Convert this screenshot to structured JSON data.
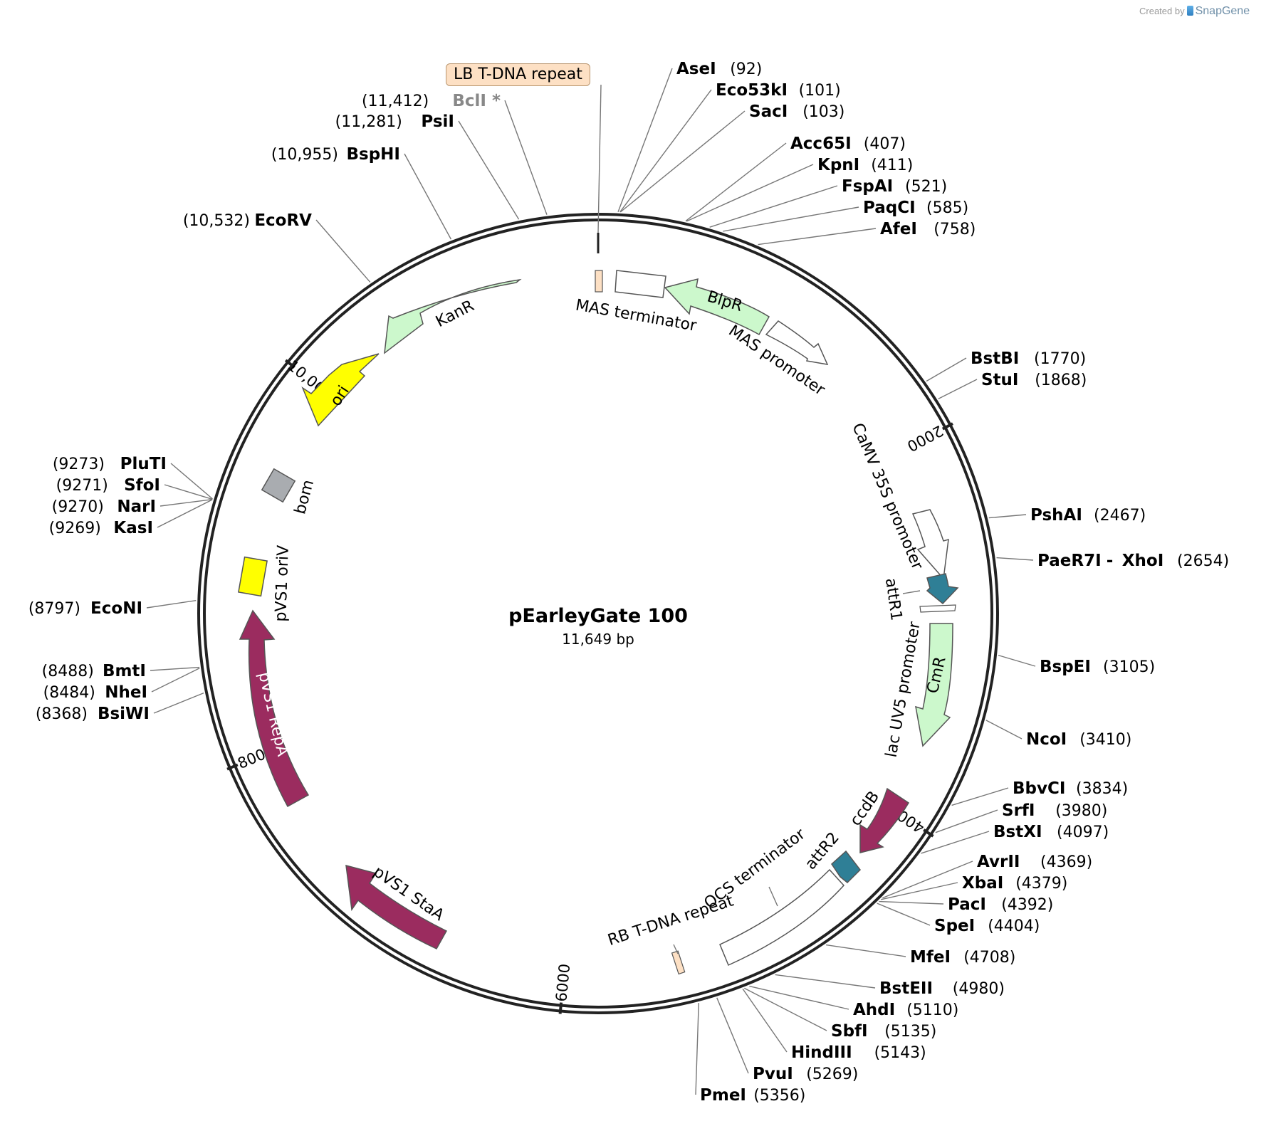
{
  "credit": {
    "prefix": "Created by",
    "brand": "SnapGene"
  },
  "plasmid": {
    "name": "pEarleyGate 100",
    "size_label": "11,649 bp",
    "length": 11649
  },
  "ticks": [
    {
      "label": "2000",
      "pos": 2000
    },
    {
      "label": "4000",
      "pos": 4000
    },
    {
      "label": "6000",
      "pos": 6000
    },
    {
      "label": "8000",
      "pos": 8000
    },
    {
      "label": "10,000",
      "pos": 10000
    }
  ],
  "boxed_label": {
    "name": "LB T-DNA repeat"
  },
  "sites": [
    {
      "name": "AseI",
      "pos_label": "(92)"
    },
    {
      "name": "Eco53kI",
      "pos_label": "(101)"
    },
    {
      "name": "SacI",
      "pos_label": "(103)"
    },
    {
      "name": "Acc65I",
      "pos_label": "(407)"
    },
    {
      "name": "KpnI",
      "pos_label": "(411)"
    },
    {
      "name": "FspAI",
      "pos_label": "(521)"
    },
    {
      "name": "PaqCI",
      "pos_label": "(585)"
    },
    {
      "name": "AfeI",
      "pos_label": "(758)"
    },
    {
      "name": "BstBI",
      "pos_label": "(1770)"
    },
    {
      "name": "StuI",
      "pos_label": "(1868)"
    },
    {
      "name": "PshAI",
      "pos_label": "(2467)"
    },
    {
      "name": "PaeR7I",
      "pos_label": "(2654)",
      "partner": "XhoI"
    },
    {
      "name": "BspEI",
      "pos_label": "(3105)"
    },
    {
      "name": "NcoI",
      "pos_label": "(3410)"
    },
    {
      "name": "BbvCI",
      "pos_label": "(3834)"
    },
    {
      "name": "SrfI",
      "pos_label": "(3980)"
    },
    {
      "name": "BstXI",
      "pos_label": "(4097)"
    },
    {
      "name": "AvrII",
      "pos_label": "(4369)"
    },
    {
      "name": "XbaI",
      "pos_label": "(4379)"
    },
    {
      "name": "PacI",
      "pos_label": "(4392)"
    },
    {
      "name": "SpeI",
      "pos_label": "(4404)"
    },
    {
      "name": "MfeI",
      "pos_label": "(4708)"
    },
    {
      "name": "BstEII",
      "pos_label": "(4980)"
    },
    {
      "name": "AhdI",
      "pos_label": "(5110)"
    },
    {
      "name": "SbfI",
      "pos_label": "(5135)"
    },
    {
      "name": "HindIII",
      "pos_label": "(5143)"
    },
    {
      "name": "PvuI",
      "pos_label": "(5269)"
    },
    {
      "name": "PmeI",
      "pos_label": "(5356)"
    },
    {
      "name": "BsiWI",
      "pos_label": "(8368)"
    },
    {
      "name": "NheI",
      "pos_label": "(8484)"
    },
    {
      "name": "BmtI",
      "pos_label": "(8488)"
    },
    {
      "name": "EcoNI",
      "pos_label": "(8797)"
    },
    {
      "name": "KasI",
      "pos_label": "(9269)"
    },
    {
      "name": "NarI",
      "pos_label": "(9270)"
    },
    {
      "name": "SfoI",
      "pos_label": "(9271)"
    },
    {
      "name": "PluTI",
      "pos_label": "(9273)"
    },
    {
      "name": "EcoRV",
      "pos_label": "(10,532)"
    },
    {
      "name": "BspHI",
      "pos_label": "(10,955)"
    },
    {
      "name": "PsiI",
      "pos_label": "(11,281)"
    },
    {
      "name": "BclI *",
      "pos_label": "(11,412)",
      "gray": true
    }
  ],
  "features": [
    {
      "name": "KanR",
      "color": "#ccf8cc"
    },
    {
      "name": "ori",
      "color": "#ffff00"
    },
    {
      "name": "bom",
      "color": "#a9acb0"
    },
    {
      "name": "pVS1 oriV",
      "color": "#ffff00"
    },
    {
      "name": "pVS1 RepA",
      "color": "#9b2c5f"
    },
    {
      "name": "pVS1 StaA",
      "color": "#9b2c5f"
    },
    {
      "name": "BlpR",
      "color": "#ccf8cc"
    },
    {
      "name": "MAS terminator",
      "color": "#ffffff"
    },
    {
      "name": "MAS promoter",
      "color": "#ffffff"
    },
    {
      "name": "CaMV 35S promoter",
      "color": "#ffffff"
    },
    {
      "name": "attR1",
      "color": "#2f7f96"
    },
    {
      "name": "CmR",
      "color": "#ccf8cc"
    },
    {
      "name": "lac UV5 promoter",
      "color": "#ffffff"
    },
    {
      "name": "ccdB",
      "color": "#9b2c5f"
    },
    {
      "name": "attR2",
      "color": "#2f7f96"
    },
    {
      "name": "OCS terminator",
      "color": "#ffffff"
    },
    {
      "name": "RB T-DNA repeat",
      "color": "#fde0c4"
    }
  ]
}
